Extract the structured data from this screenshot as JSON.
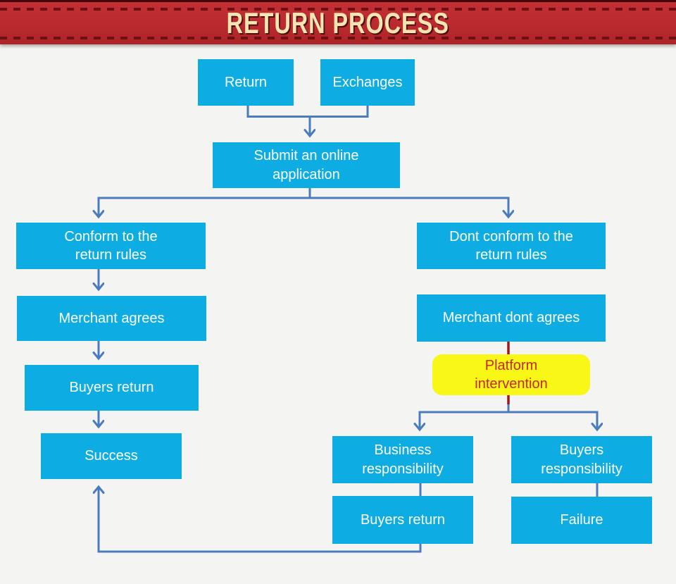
{
  "header": {
    "title": "RETURN PROCESS"
  },
  "colors": {
    "banner_background": "#ba292d",
    "banner_stitch_dash": "#6d1012",
    "banner_title_text": "#f3e5b2",
    "node_fill": "#0dade4",
    "node_text": "#ffffff",
    "highlight_node_fill": "#f8f715",
    "highlight_node_text": "#c52927",
    "connector_blue": "#4a7cbd",
    "connector_red": "#9c1a1d",
    "page_background": "#f4f4f2"
  },
  "nodes": [
    {
      "id": "return",
      "label": "Return"
    },
    {
      "id": "exchanges",
      "label": "Exchanges"
    },
    {
      "id": "submit-application",
      "label": "Submit an online\napplication"
    },
    {
      "id": "conform-to-rules",
      "label": "Conform to the\nreturn rules"
    },
    {
      "id": "dont-conform-to-rules",
      "label": "Dont conform to the\nreturn rules"
    },
    {
      "id": "merchant-agrees",
      "label": "Merchant agrees"
    },
    {
      "id": "merchant-dont-agrees",
      "label": "Merchant dont agrees"
    },
    {
      "id": "platform-intervention",
      "label": "Platform\nintervention"
    },
    {
      "id": "buyers-return",
      "label": "Buyers return"
    },
    {
      "id": "success",
      "label": "Success"
    },
    {
      "id": "business-responsibility",
      "label": "Business\nresponsibility"
    },
    {
      "id": "buyers-responsibility",
      "label": "Buyers\nresponsibility"
    },
    {
      "id": "buyers-return-2",
      "label": "Buyers return"
    },
    {
      "id": "failure",
      "label": "Failure"
    }
  ],
  "edges": [
    {
      "from": "return",
      "to": "submit-application",
      "style": "blue-arrow"
    },
    {
      "from": "exchanges",
      "to": "submit-application",
      "style": "blue-arrow"
    },
    {
      "from": "submit-application",
      "to": "conform-to-rules",
      "style": "blue-arrow"
    },
    {
      "from": "submit-application",
      "to": "dont-conform-to-rules",
      "style": "blue-arrow"
    },
    {
      "from": "conform-to-rules",
      "to": "merchant-agrees",
      "style": "blue-arrow"
    },
    {
      "from": "merchant-agrees",
      "to": "buyers-return",
      "style": "blue-arrow"
    },
    {
      "from": "buyers-return",
      "to": "success",
      "style": "blue-arrow"
    },
    {
      "from": "dont-conform-to-rules",
      "to": "merchant-dont-agrees",
      "style": "blue-arrow"
    },
    {
      "from": "merchant-dont-agrees",
      "to": "platform-intervention",
      "style": "red-line"
    },
    {
      "from": "platform-intervention",
      "to": "business-responsibility",
      "style": "blue-arrow"
    },
    {
      "from": "platform-intervention",
      "to": "buyers-responsibility",
      "style": "blue-arrow"
    },
    {
      "from": "business-responsibility",
      "to": "buyers-return-2",
      "style": "blue-line"
    },
    {
      "from": "buyers-responsibility",
      "to": "failure",
      "style": "blue-line"
    },
    {
      "from": "buyers-return-2",
      "to": "success",
      "style": "blue-arrow"
    }
  ]
}
